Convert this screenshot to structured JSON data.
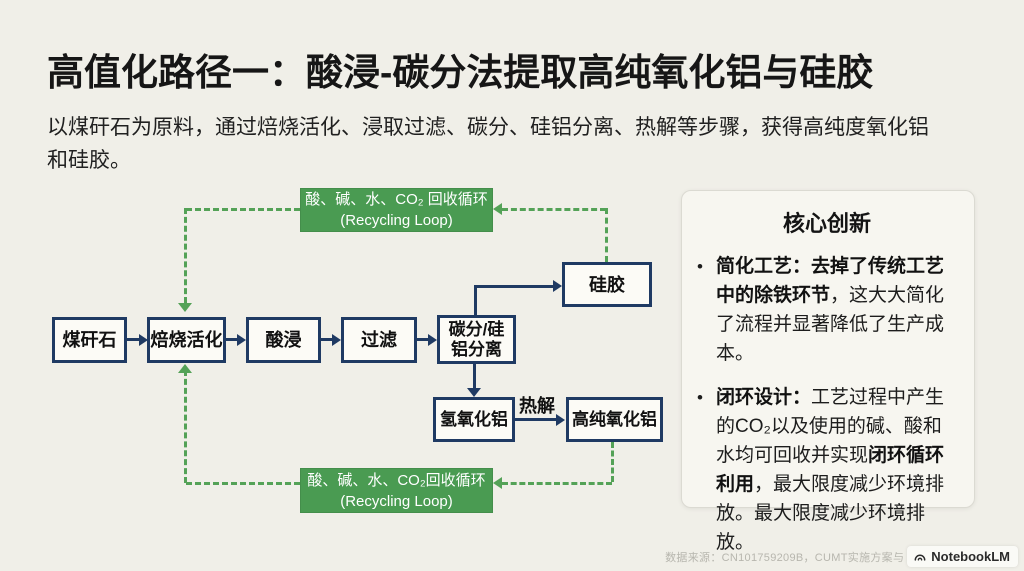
{
  "slide": {
    "title": "高值化路径一：酸浸-碳分法提取高纯氧化铝与硅胶",
    "subtitle": "以煤矸石为原料，通过焙烧活化、浸取过滤、碳分、硅铝分离、热解等步骤，获得高纯度氧化铝\n和硅胶。"
  },
  "diagram": {
    "recycle_top": "酸、碱、水、CO₂ 回收循环\n(Recycling Loop)",
    "recycle_bottom": "酸、碱、水、CO₂回收循环\n(Recycling Loop)",
    "nodes": {
      "coal_gangue": "煤矸石",
      "roasting_activation": "焙烧活化",
      "acid_leaching": "酸浸",
      "filtration": "过滤",
      "carbonation_separation": "碳分/硅\n铝分离",
      "silica_gel": "硅胶",
      "aluminum_hydroxide": "氢氧化铝",
      "high_purity_alumina": "高纯氧化铝"
    },
    "edge_labels": {
      "pyrolysis": "热解"
    }
  },
  "panel": {
    "title": "核心创新",
    "bullet_marker": "•",
    "bullets": [
      {
        "bold1": "简化工艺：去掉了传统工艺中的除铁环节",
        "text1": "，这大大简化了流程并显著降低了生产成本。",
        "bold2": "",
        "text2": ""
      },
      {
        "bold1": "闭环设计：",
        "text1": "工艺过程中产生的CO₂以及使用的碱、酸和水均可回收并实现",
        "bold2": "闭环循环利用",
        "text2": "，最大限度减少环境排放。最大限度减少环境排放。"
      }
    ]
  },
  "footer": {
    "source": "数据来源：CN101759209B，CUMT实施方案与",
    "badge": "NotebookLM"
  },
  "colors": {
    "background": "#f0efe8",
    "navy": "#1f3a63",
    "green": "#4a9b52",
    "card_background": "#f7f6f0"
  }
}
